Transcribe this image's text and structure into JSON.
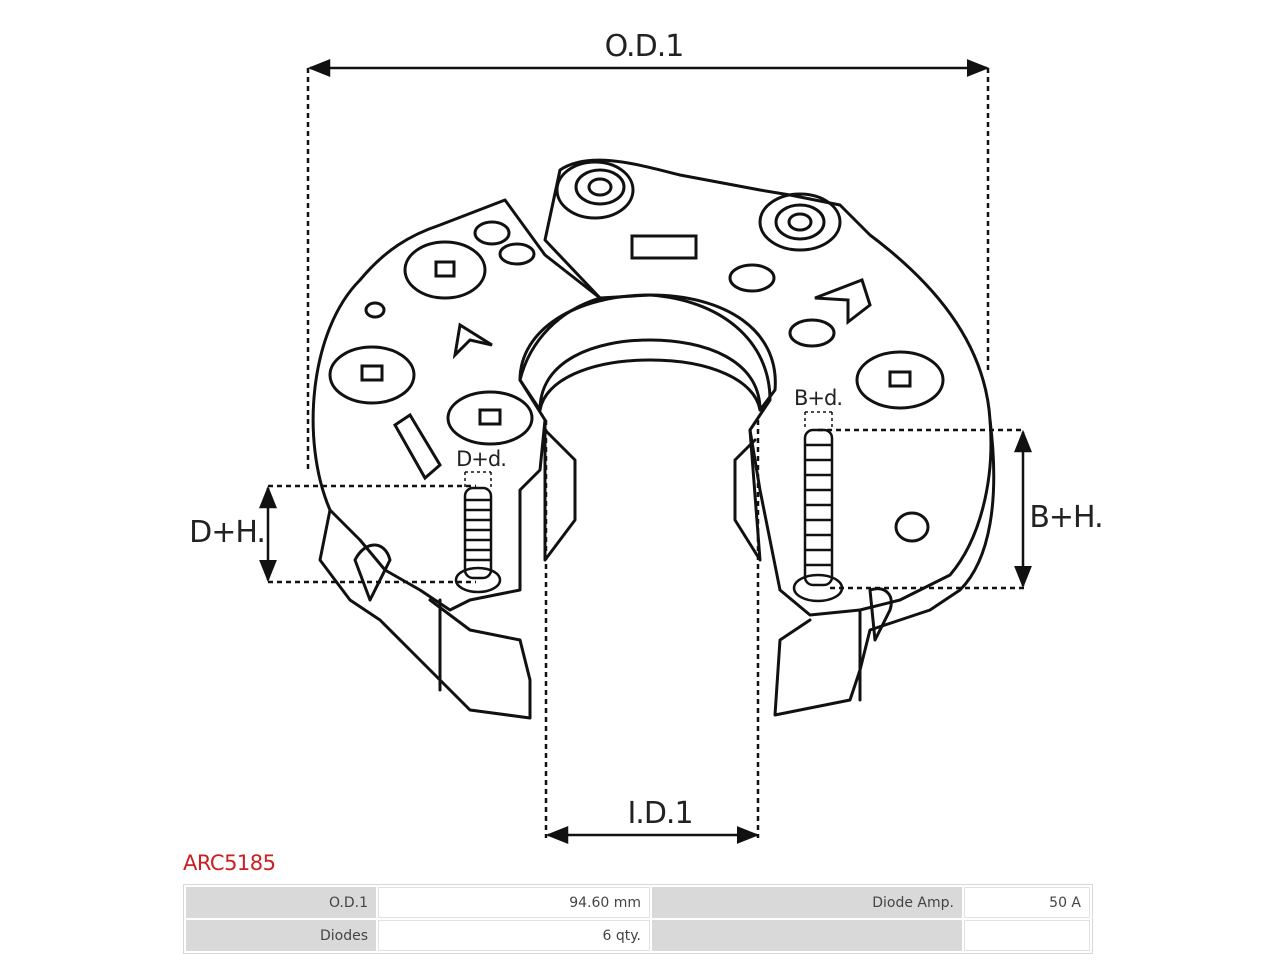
{
  "diagram": {
    "labels": {
      "od": "O.D.1",
      "id": "I.D.1",
      "dh": "D+H.",
      "dd": "D+d.",
      "bh": "B+H.",
      "bd": "B+d."
    }
  },
  "part": {
    "code": "ARC5185"
  },
  "specs": {
    "rows": [
      {
        "label1": "O.D.1",
        "value1": "94.60 mm",
        "label2": "Diode Amp.",
        "value2": "50 A"
      },
      {
        "label1": "Diodes",
        "value1": "6 qty.",
        "label2": "",
        "value2": ""
      }
    ]
  },
  "colors": {
    "part_code": "#cc1f1f",
    "label_cell": "#d9d9d9",
    "line": "#111111"
  }
}
